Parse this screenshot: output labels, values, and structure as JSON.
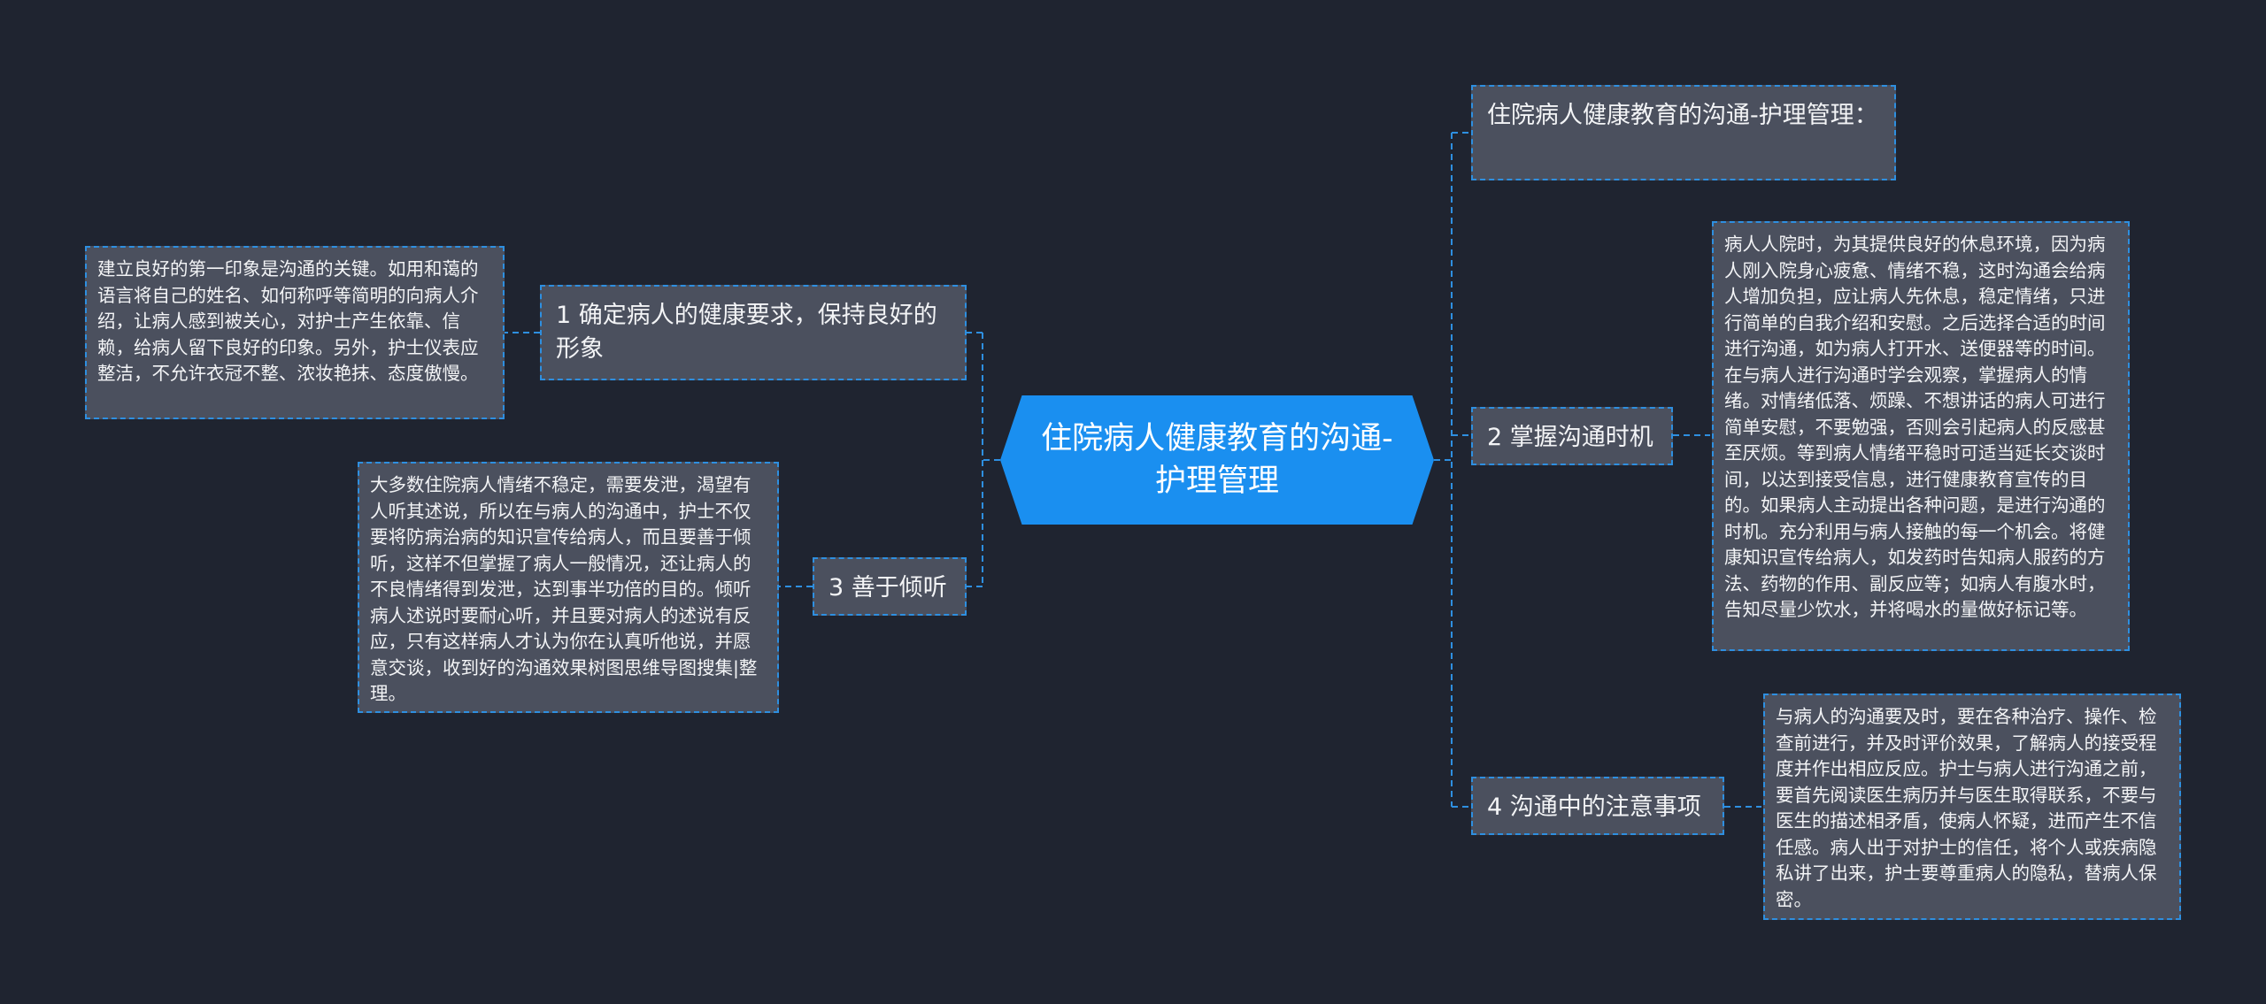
{
  "root": {
    "label": "住院病人健康教育的沟通-护理管理"
  },
  "right_branches": [
    {
      "title": "住院病人健康教育的沟通-护理管理："
    },
    {
      "title": "2 掌握沟通时机",
      "detail": "病人人院时，为其提供良好的休息环境，因为病人刚入院身心疲惫、情绪不稳，这时沟通会给病人增加负担，应让病人先休息，稳定情绪，只进行简单的自我介绍和安慰。之后选择合适的时间进行沟通，如为病人打开水、送便器等的时间。在与病人进行沟通时学会观察，掌握病人的情绪。对情绪低落、烦躁、不想讲话的病人可进行简单安慰，不要勉强，否则会引起病人的反感甚至厌烦。等到病人情绪平稳时可适当延长交谈时间，以达到接受信息，进行健康教育宣传的目的。如果病人主动提出各种问题，是进行沟通的时机。充分利用与病人接触的每一个机会。将健康知识宣传给病人，如发药时告知病人服药的方法、药物的作用、副反应等；如病人有腹水时，告知尽量少饮水，并将喝水的量做好标记等。"
    },
    {
      "title": "4 沟通中的注意事项",
      "detail": "与病人的沟通要及时，要在各种治疗、操作、检查前进行，并及时评价效果，了解病人的接受程度并作出相应反应。护士与病人进行沟通之前，要首先阅读医生病历并与医生取得联系，不要与医生的描述相矛盾，使病人怀疑，进而产生不信任感。病人出于对护士的信任，将个人或疾病隐私讲了出来，护士要尊重病人的隐私，替病人保密。"
    }
  ],
  "left_branches": [
    {
      "title": "1 确定病人的健康要求，保持良好的形象",
      "detail": "建立良好的第一印象是沟通的关键。如用和蔼的语言将自己的姓名、如何称呼等简明的向病人介绍，让病人感到被关心，对护士产生依靠、信赖，给病人留下良好的印象。另外，护士仪表应整洁，不允许衣冠不整、浓妆艳抹、态度傲慢。"
    },
    {
      "title": "3 善于倾听",
      "detail": "大多数住院病人情绪不稳定，需要发泄，渴望有人听其述说，所以在与病人的沟通中，护士不仅要将防病治病的知识宣传给病人，而且要善于倾听，这样不但掌握了病人一般情况，还让病人的不良情绪得到发泄，达到事半功倍的目的。倾听病人述说时要耐心听，并且要对病人的述说有反应，只有这样病人才认为你在认真听他说，并愿意交谈，收到好的沟通效果树图思维导图搜集|整理。"
    }
  ],
  "colors": {
    "background": "#1f2430",
    "root": "#1a8ff0",
    "node": "#4b505e",
    "link": "#2e8fe0"
  }
}
